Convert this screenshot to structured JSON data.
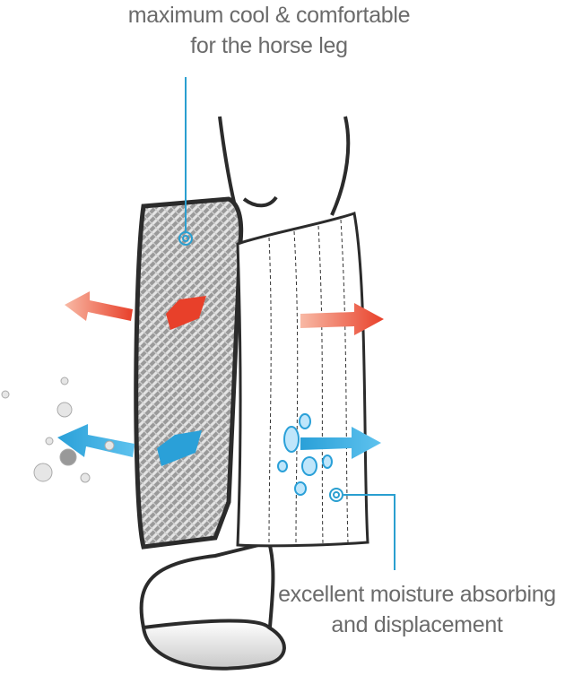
{
  "callouts": {
    "top": {
      "line1": "maximum cool & comfortable",
      "line2": "for the horse leg"
    },
    "bottom": {
      "line1": "excellent moisture absorbing",
      "line2": "and displacement"
    }
  },
  "colors": {
    "text": "#6b6b6b",
    "leader": "#2a9fd0",
    "heat": "#e8402a",
    "cool": "#2aa0d8",
    "outline": "#2b2b2b"
  }
}
